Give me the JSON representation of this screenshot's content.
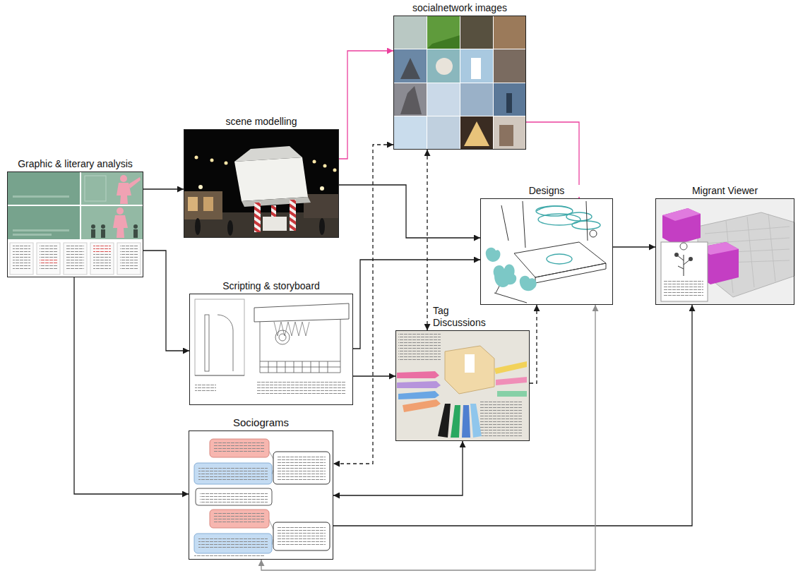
{
  "diagram": {
    "nodes": [
      {
        "text": [
          "socialnetwork images"
        ]
      },
      {
        "text": [
          "scene modelling"
        ]
      },
      {
        "text": [
          "Graphic & literary analysis"
        ]
      },
      {
        "text": [
          "Designs"
        ]
      },
      {
        "text": [
          "Migrant Viewer"
        ]
      },
      {
        "text": [
          "Scripting & storyboard"
        ]
      },
      {
        "text": [
          "Tag Discussions"
        ]
      },
      {
        "text": [
          "Sociograms"
        ]
      }
    ],
    "edges": [
      {
        "from": 2,
        "to": 1,
        "arrow": "to"
      },
      {
        "from": 2,
        "to": 5,
        "arrow": "to"
      },
      {
        "from": 2,
        "to": 7,
        "arrow": "to"
      },
      {
        "from": 1,
        "to": 0,
        "arrow": "to"
      },
      {
        "from": 1,
        "to": 3,
        "arrow": "to"
      },
      {
        "from": 5,
        "to": 3,
        "arrow": "to"
      },
      {
        "from": 5,
        "to": 6,
        "arrow": "to"
      },
      {
        "from": 0,
        "to": 3,
        "arrow": "to"
      },
      {
        "from": 0,
        "to": 6,
        "arrow": "both"
      },
      {
        "from": 0,
        "to": 7,
        "arrow": "both"
      },
      {
        "from": 6,
        "to": 3,
        "arrow": "to"
      },
      {
        "from": 7,
        "to": 6,
        "arrow": "both"
      },
      {
        "from": 3,
        "to": 4,
        "arrow": "to"
      },
      {
        "from": 7,
        "to": 4,
        "arrow": "to"
      },
      {
        "from": 3,
        "to": 7,
        "arrow": "both"
      }
    ]
  }
}
